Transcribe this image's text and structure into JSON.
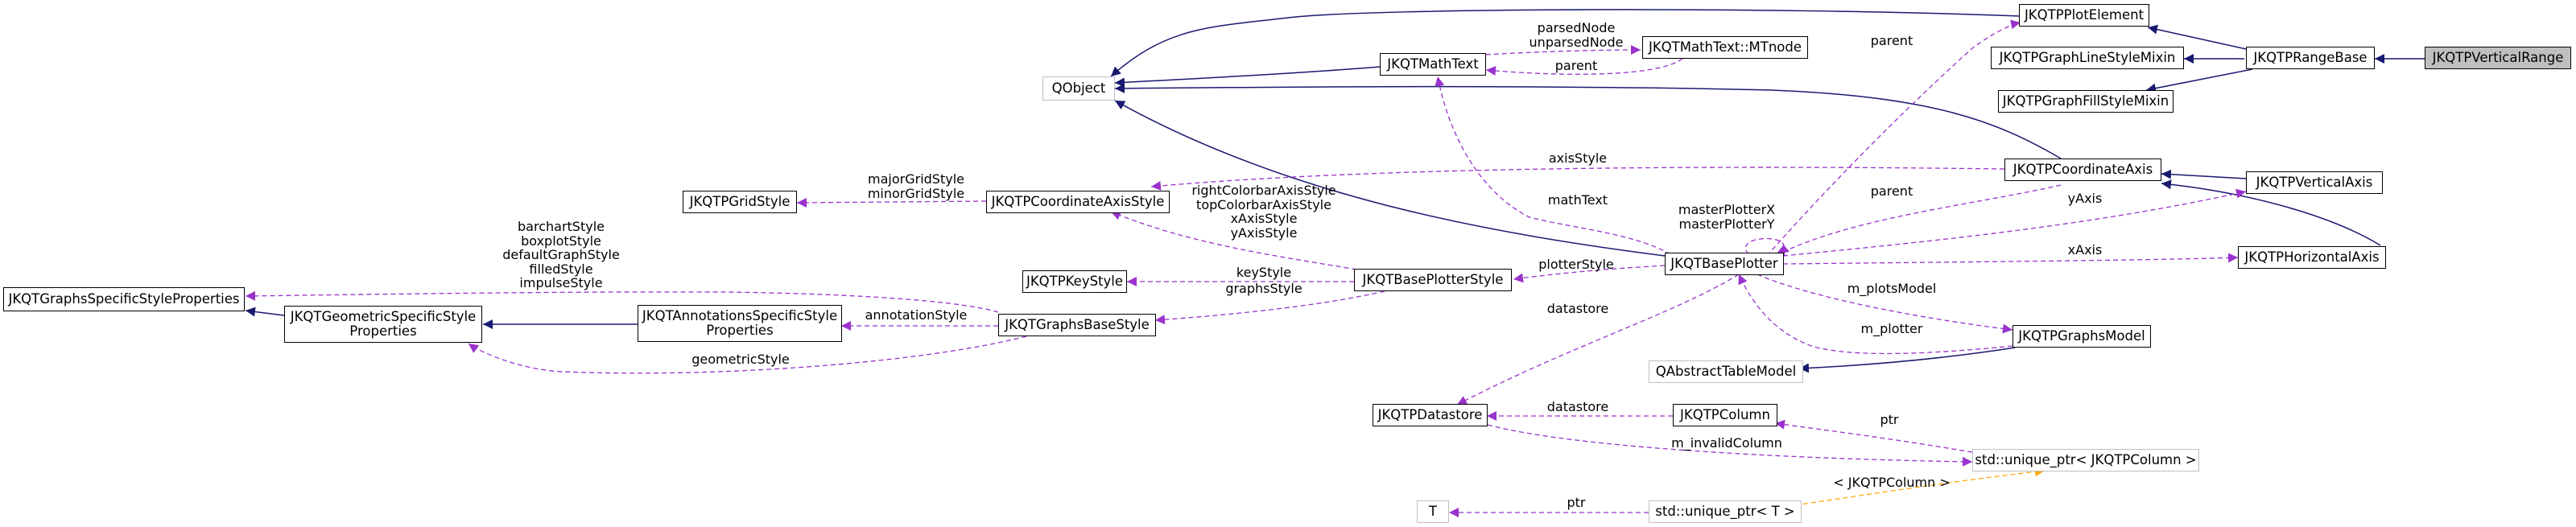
{
  "nodes": {
    "vertical_range": "JKQTPVerticalRange",
    "range_base": "JKQTPRangeBase",
    "plot_element": "JKQTPPlotElement",
    "graph_line_style_mixin": "JKQTPGraphLineStyleMixin",
    "graph_fill_style_mixin": "JKQTPGraphFillStyleMixin",
    "qobject": "QObject",
    "math_text": "JKQTMathText",
    "mtnode": "JKQTMathText::MTnode",
    "coordinate_axis": "JKQTPCoordinateAxis",
    "vertical_axis": "JKQTPVerticalAxis",
    "horizontal_axis": "JKQTPHorizontalAxis",
    "base_plotter": "JKQTBasePlotter",
    "graphs_model": "JKQTPGraphsModel",
    "abstract_table_model": "QAbstractTableModel",
    "grid_style": "JKQTPGridStyle",
    "coordinate_axis_style": "JKQTPCoordinateAxisStyle",
    "key_style": "JKQTPKeyStyle",
    "base_plotter_style": "JKQTBasePlotterStyle",
    "graphs_base_style": "JKQTGraphsBaseStyle",
    "annotations_style": [
      "JKQTAnnotationsSpecificStyle",
      "Properties"
    ],
    "geometric_style": [
      "JKQTGeometricSpecificStyle",
      "Properties"
    ],
    "graphs_specific_style": "JKQTGraphsSpecificStyleProperties",
    "datastore": "JKQTPDatastore",
    "column": "JKQTPColumn",
    "unique_ptr_column": "std::unique_ptr< JKQTPColumn >",
    "template_t": "T",
    "unique_ptr_t": "std::unique_ptr< T >"
  },
  "edge_labels": {
    "parsed_node": [
      "parsedNode",
      "unparsedNode"
    ],
    "mtnode_parent": "parent",
    "plot_element_parent": "parent",
    "axis_style": "axisStyle",
    "axis_parent": "parent",
    "y_axis": "yAxis",
    "x_axis": "xAxis",
    "math_text_member": "mathText",
    "master_plotter": [
      "masterPlotterX",
      "masterPlotterY"
    ],
    "plots_model": "m_plotsModel",
    "m_plotter": "m_plotter",
    "grid_styles": [
      "majorGridStyle",
      "minorGridStyle"
    ],
    "colorbar_axis_styles": [
      "rightColorbarAxisStyle",
      "topColorbarAxisStyle",
      "xAxisStyle",
      "yAxisStyle"
    ],
    "plotter_style": "plotterStyle",
    "key_style": "keyStyle",
    "graphs_style": "graphsStyle",
    "annotation_style": "annotationStyle",
    "specific_styles": [
      "barchartStyle",
      "boxplotStyle",
      "defaultGraphStyle",
      "filledStyle",
      "impulseStyle"
    ],
    "geometric_style": "geometricStyle",
    "datastore": "datastore",
    "column_datastore": "datastore",
    "ptr_column": "ptr",
    "invalid_column": "m_invalidColumn",
    "template_arg": "< JKQTPColumn >",
    "ptr_t": "ptr"
  },
  "colors": {
    "inheritance": "#191970",
    "usage": "#9a32cd",
    "template": "#ffa500",
    "external_border": "#bfbfbf",
    "focus_fill": "#bfbfbf"
  }
}
